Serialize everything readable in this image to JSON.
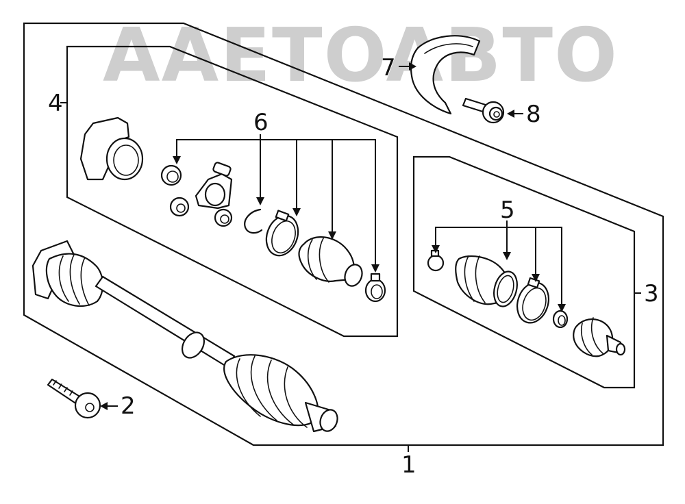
{
  "watermark": {
    "text": "AAETOABTO",
    "color": "#c9c9c9"
  },
  "callouts": [
    {
      "id": "1",
      "label": "1"
    },
    {
      "id": "2",
      "label": "2"
    },
    {
      "id": "3",
      "label": "3"
    },
    {
      "id": "4",
      "label": "4"
    },
    {
      "id": "5",
      "label": "5"
    },
    {
      "id": "6",
      "label": "6"
    },
    {
      "id": "7",
      "label": "7"
    },
    {
      "id": "8",
      "label": "8"
    }
  ],
  "colors": {
    "line": "#111111",
    "background": "#ffffff"
  }
}
